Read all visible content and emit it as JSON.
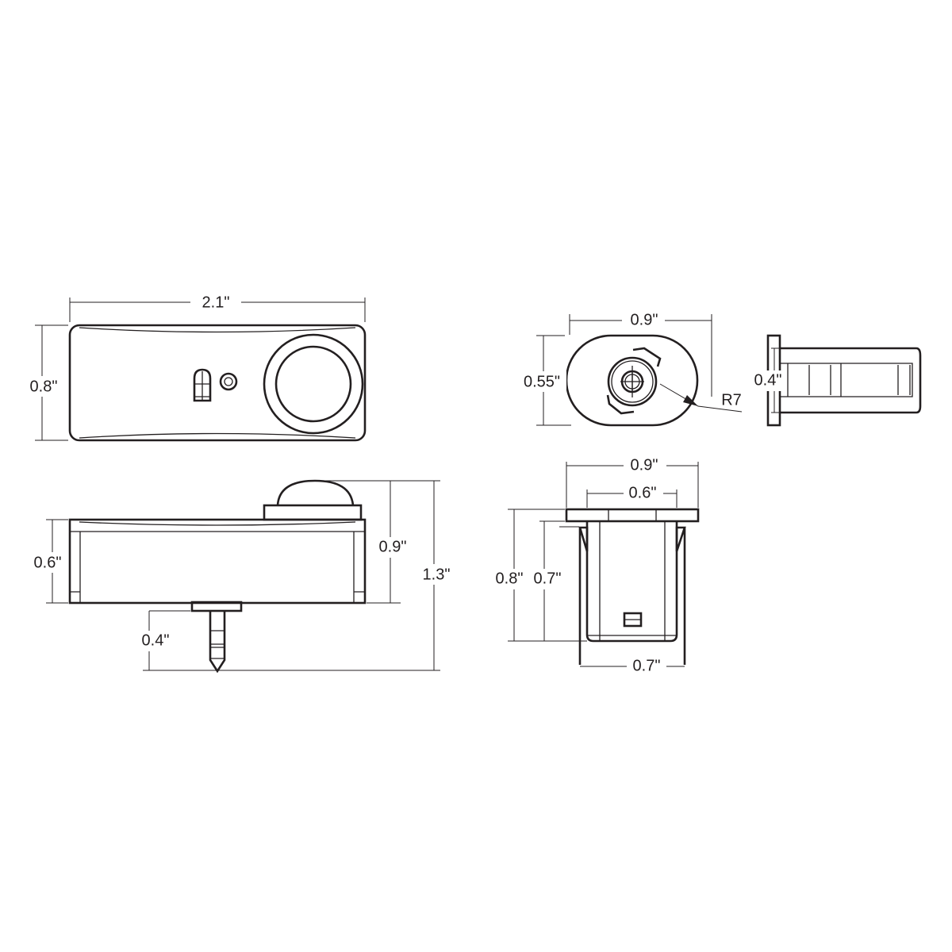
{
  "top_view": {
    "width_label": "2.1\"",
    "height_label": "0.8\""
  },
  "side_view": {
    "body_height_label": "0.6\"",
    "plug_length_label": "0.4\"",
    "height_with_dome_label": "0.9\"",
    "total_height_label": "1.3\""
  },
  "end_view": {
    "width_label": "0.9\"",
    "height_label": "0.55\"",
    "radius_label": "R7"
  },
  "end_side_view": {
    "height_label": "0.4\""
  },
  "bracket_view": {
    "flange_width_label": "0.9\"",
    "inner_width_label": "0.6\"",
    "total_height_label": "0.8\"",
    "body_height_label": "0.7\"",
    "bottom_width_label": "0.7\""
  }
}
